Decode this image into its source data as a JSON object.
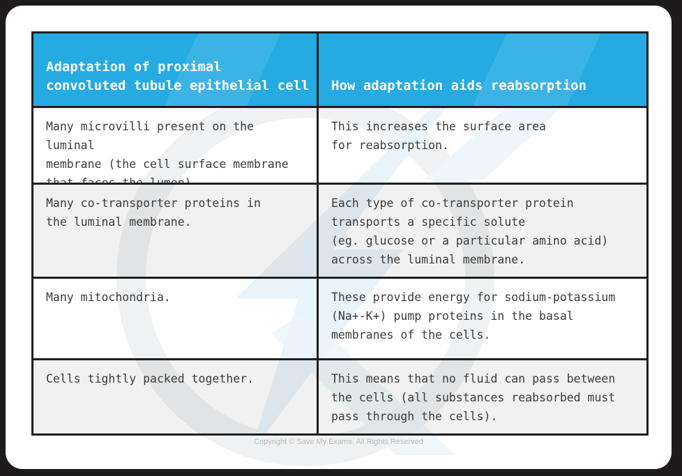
{
  "table": {
    "headers": [
      {
        "label": "Adaptation of proximal\nconvoluted tubule epithelial cell"
      },
      {
        "label": "How adaptation aids reabsorption"
      }
    ],
    "rows": [
      {
        "adaptation": "Many microvilli present on the luminal\nmembrane (the cell surface membrane\nthat faces the lumen).",
        "benefit": "This increases the surface area\nfor reabsorption."
      },
      {
        "adaptation": "Many co-transporter proteins in\nthe luminal membrane.",
        "benefit": "Each type of co-transporter protein\ntransports a specific solute\n(eg. glucose or a particular amino acid)\nacross the luminal membrane."
      },
      {
        "adaptation": "Many mitochondria.",
        "benefit": "These provide energy for sodium-potassium\n(Na+-K+) pump proteins in the basal\nmembranes of the cells."
      },
      {
        "adaptation": "Cells tightly packed together.",
        "benefit": "This means that no fluid can pass between\nthe cells (all substances reabsorbed must\npass through the cells)."
      }
    ]
  },
  "footer": {
    "copyright": "Copyright © Save My Exams. All Rights Reserved"
  },
  "watermark": {
    "name": "save-my-exams-logo-watermark"
  },
  "colors": {
    "header_blue": "#25ABE2",
    "border_black": "#1E1E1E",
    "frame_dark": "#1D1B1C",
    "row_alt_gray": "#F0F0F0",
    "cell_text": "#3C3C3C",
    "header_text": "#FFFFFF",
    "copyright_gray": "#B9B9B9",
    "watermark_blue": "#E9F3FA",
    "watermark_gray": "#F0F1F2"
  }
}
